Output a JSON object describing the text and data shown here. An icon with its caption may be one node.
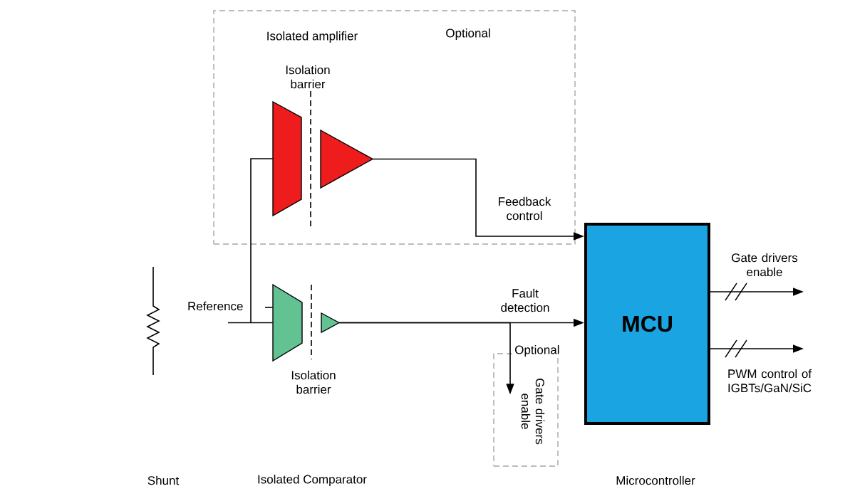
{
  "diagram": {
    "nodes": [
      {
        "text": [
          "Isolated amplifier",
          "Optional"
        ]
      },
      {
        "text": [],
        "shape": "trapezoid",
        "in": 0
      },
      {
        "text": [],
        "shape": "triangle",
        "in": 0
      },
      {
        "text": [],
        "shape": "trapezoid"
      },
      {
        "text": [],
        "shape": "triangle"
      },
      {
        "text": [
          "MCU"
        ]
      },
      {
        "text": [
          "Optional",
          "Gate drivers enable"
        ]
      }
    ],
    "edges": [
      {
        "from": null,
        "to": 3,
        "arrow": "none"
      },
      {
        "from": null,
        "to": 1,
        "arrow": "none"
      },
      {
        "from": null,
        "to": 3,
        "arrow": "none",
        "label": "Reference"
      },
      {
        "from": 2,
        "to": 5,
        "arrow": "to",
        "label": "Feedback control"
      },
      {
        "from": 4,
        "to": 5,
        "arrow": "to",
        "label": "Fault detection"
      },
      {
        "from": 4,
        "to": 6,
        "arrow": "to"
      },
      {
        "from": 5,
        "to": null,
        "arrow": "to",
        "label": "Gate drivers enable"
      },
      {
        "from": 5,
        "to": null,
        "arrow": "to",
        "label": "PWM control of IGBTs/GaN/SiC"
      }
    ],
    "labels": [
      "Isolation barrier",
      "Isolation barrier",
      "Shunt",
      "Isolated Comparator",
      "Microcontroller"
    ]
  }
}
